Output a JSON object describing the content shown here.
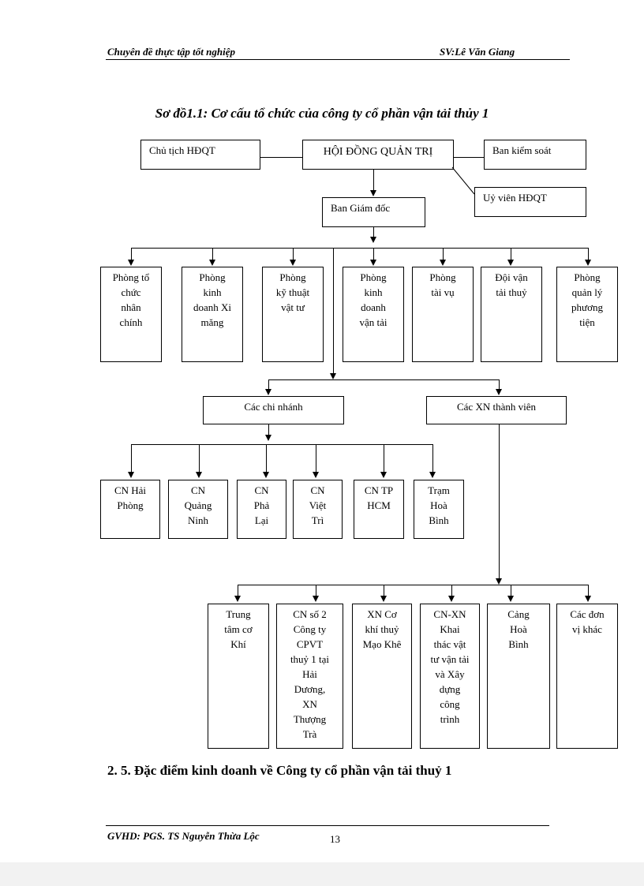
{
  "header": {
    "left": "Chuyên đề thực tập tốt nghiệp",
    "right": "SV:Lê Văn Giang"
  },
  "diagram": {
    "title": "Sơ đồ1.1: Cơ cấu tổ chức của công ty cổ phần vận tải thủy 1",
    "top": {
      "chairman": "Chủ tịch HĐQT",
      "board": "HỘI ĐỒNG QUẢN TRỊ",
      "supervisory": "Ban kiểm soát",
      "board_member": "Uỷ viên HĐQT",
      "directors": "Ban Giám đốc"
    },
    "departments": [
      [
        "Phòng tổ",
        "chức",
        "nhân",
        "chính"
      ],
      [
        "Phòng",
        "kinh",
        "doanh Xi",
        "măng"
      ],
      [
        "Phòng",
        "kỹ thuật",
        "vật tư"
      ],
      [
        "Phòng",
        "kinh",
        "doanh",
        "vận tải"
      ],
      [
        "Phòng",
        "tài vụ"
      ],
      [
        "Đội vận",
        "tải thuỷ"
      ],
      [
        "Phòng",
        "quản lý",
        "phương",
        "tiện"
      ]
    ],
    "branches_label": "Các chi nhánh",
    "member_units_label": "Các XN thành viên",
    "branches": [
      [
        "CN Hải",
        "Phòng"
      ],
      [
        "CN",
        "Quảng",
        "Ninh"
      ],
      [
        "CN",
        "Phả",
        "Lại"
      ],
      [
        "CN",
        "Việt",
        "Trì"
      ],
      [
        "CN TP",
        "HCM"
      ],
      [
        "Trạm",
        "Hoà",
        "Bình"
      ]
    ],
    "member_units": [
      [
        "Trung",
        "tâm cơ",
        "Khí"
      ],
      [
        "CN số 2",
        "Công ty",
        "CPVT",
        "thuỷ 1 tại",
        "Hải",
        "Dương,",
        "XN",
        "Thượng",
        "Trà"
      ],
      [
        "XN Cơ",
        "khí thuỷ",
        "Mạo Khê"
      ],
      [
        "CN-XN",
        "Khai",
        "thác vật",
        "tư vận tải",
        "và Xây",
        "dựng",
        "công",
        "trình"
      ],
      [
        "Cảng",
        "Hoà",
        "Bình"
      ],
      [
        "Các đơn",
        "vị khác"
      ]
    ]
  },
  "section_heading": "2. 5. Đặc điểm kinh doanh về Công ty cổ phần vận tải thuỷ 1",
  "footer": {
    "left": "GVHD: PGS. TS Nguyễn Thừa Lộc",
    "page": "13"
  }
}
